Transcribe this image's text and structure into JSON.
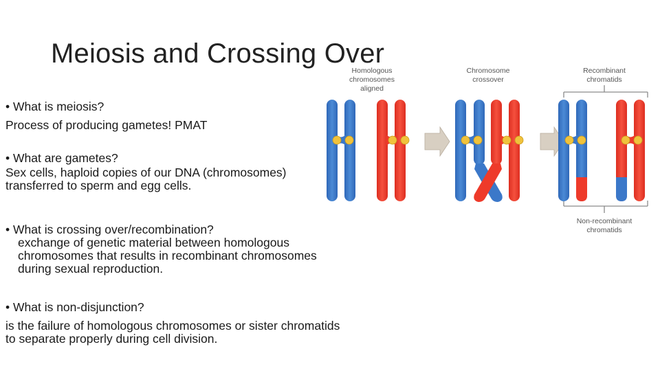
{
  "slide": {
    "title": "Meiosis and Crossing Over",
    "sections": [
      {
        "question": "• What is meiosis?",
        "answer": "Process of producing gametes! PMAT"
      },
      {
        "question": "• What are gametes?",
        "answer": "Sex cells, haploid copies of our DNA (chromosomes)\ntransferred to sperm and egg cells."
      },
      {
        "question": "• What is crossing over/recombination?",
        "answer": "exchange of genetic material between homologous\nchromosomes that results in recombinant chromosomes\nduring sexual reproduction."
      },
      {
        "question": "• What is non-disjunction?",
        "answer": "is the failure of homologous chromosomes or sister chromatids\nto separate properly during cell division."
      }
    ]
  },
  "diagram": {
    "labels": {
      "aligned_1": "Homologous",
      "aligned_2": "chromosomes",
      "aligned_3": "aligned",
      "crossover_1": "Chromosome",
      "crossover_2": "crossover",
      "recombinant_1": "Recombinant",
      "recombinant_2": "chromatids",
      "nonrecombinant_1": "Non-recombinant",
      "nonrecombinant_2": "chromatids"
    },
    "colors": {
      "blue": "#3b78c9",
      "blue_dark": "#2b5fa8",
      "red": "#ee3a2a",
      "red_dark": "#c92a1c",
      "centromere": "#f0c23c",
      "arrow": "#d8cfc2",
      "bracket": "#8a8a8a"
    }
  }
}
